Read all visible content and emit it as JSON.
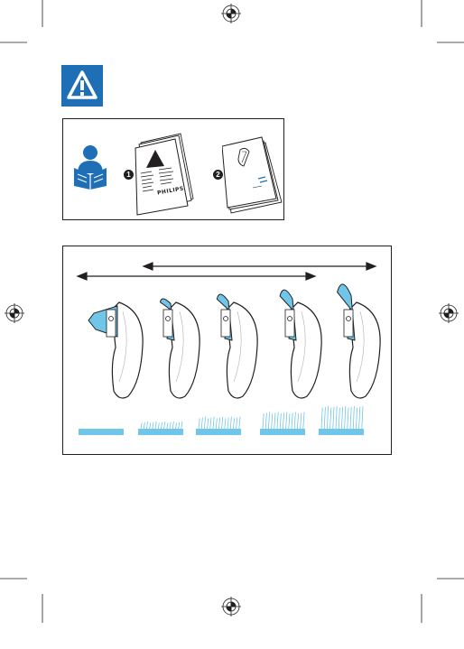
{
  "manual": {
    "brand_print": "PHILIPS",
    "booklets": [
      {
        "number": "1",
        "icon": "warning-icon"
      },
      {
        "number": "2",
        "icon": "appliance-icon"
      }
    ],
    "warning_icon": "warning-icon",
    "reader_icon": "reader-icon",
    "accent_color": "#6fc6e8",
    "dark_color": "#231f20"
  },
  "attachments": {
    "count": 5,
    "hair_lengths_relative": [
      0,
      0.25,
      0.45,
      0.65,
      0.9
    ],
    "icon": "trimmer-comb-icon"
  }
}
